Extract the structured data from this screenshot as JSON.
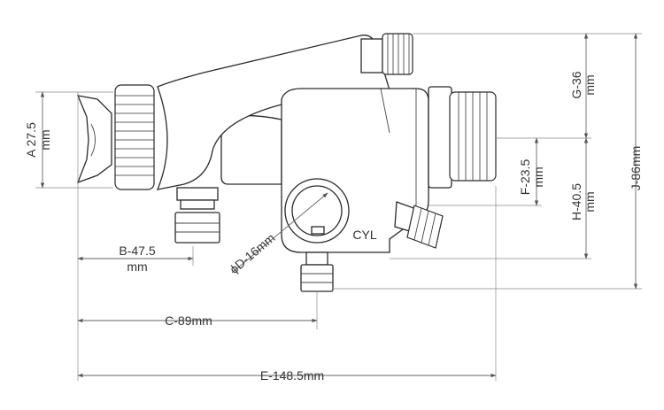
{
  "diagram": {
    "labels": {
      "a": "A 27.5",
      "a_unit": "mm",
      "b": "B-47.5",
      "b_unit": "mm",
      "c": "C-89mm",
      "d": "ϕD-16mm",
      "e": "E-148.5mm",
      "f": "F-23.5",
      "f_unit": "mm",
      "g": "G-36",
      "g_unit": "mm",
      "h": "H-40.5",
      "h_unit": "mm",
      "j": "J-86mm",
      "cyl": "CYL"
    }
  }
}
